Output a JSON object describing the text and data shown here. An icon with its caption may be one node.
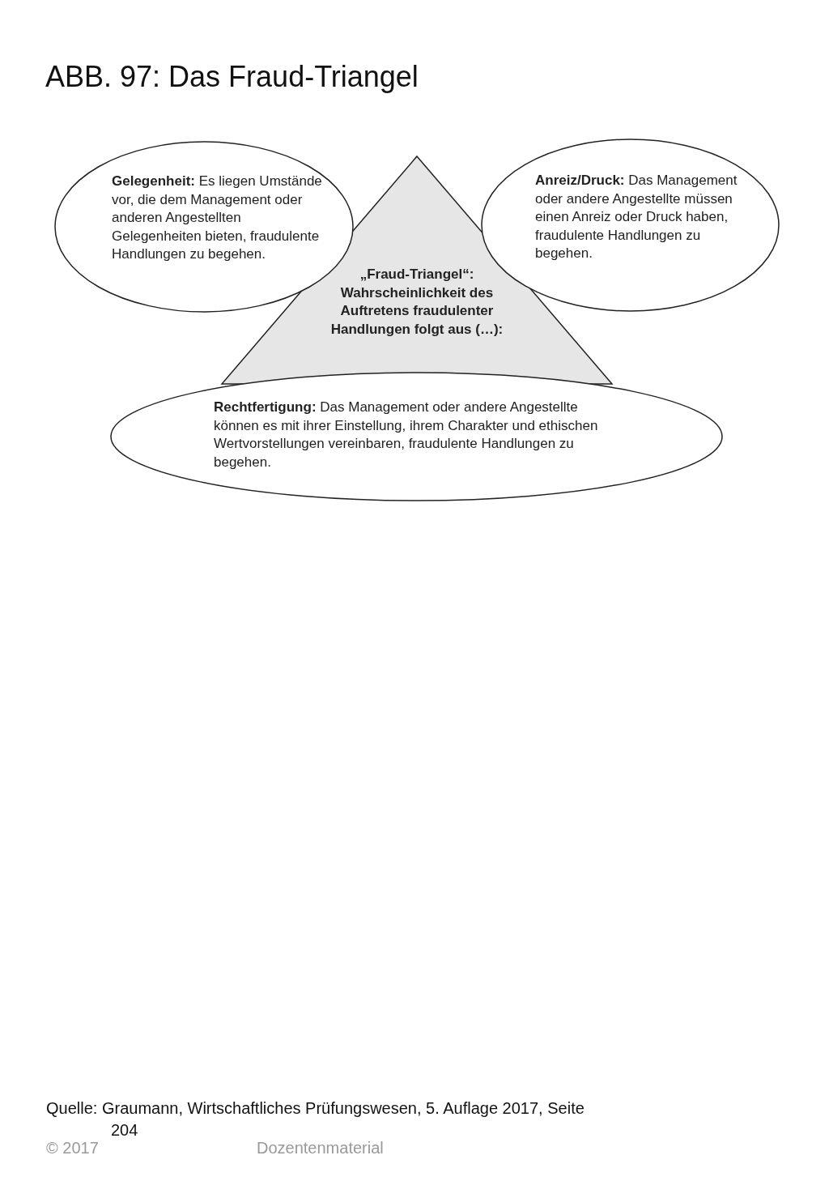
{
  "diagram": {
    "title": "ABB. 97: Das Fraud-Triangel",
    "nodes": [
      {
        "text": [
          "**Gelegenheit:** Es liegen Umstände vor, die dem Management oder anderen Angestellten Gelegenheiten bieten, fraudulente Handlungen zu begehen."
        ]
      },
      {
        "text": [
          "„Fraud-Triangel“: Wahrscheinlichkeit des Auftretens fraudulenter Handlungen folgt aus (…):"
        ]
      },
      {
        "text": [
          "**Anreiz/Druck:** Das Management oder andere Angestellte müssen einen Anreiz oder Druck haben, fraudulente Handlungen zu begehen."
        ]
      },
      {
        "text": [
          "**Rechtfertigung:** Das Management oder andere Angestellte können es mit ihrer Einstellung, ihrem Charakter und ethischen Wertvorstellungen vereinbaren, fraudulente Handlungen zu begehen."
        ]
      }
    ],
    "labels": [
      "Quelle: Graumann, Wirtschaftliches Prüfungswesen, 5. Auflage 2017, Seite 204",
      "© 2017",
      "Dozentenmaterial"
    ]
  }
}
